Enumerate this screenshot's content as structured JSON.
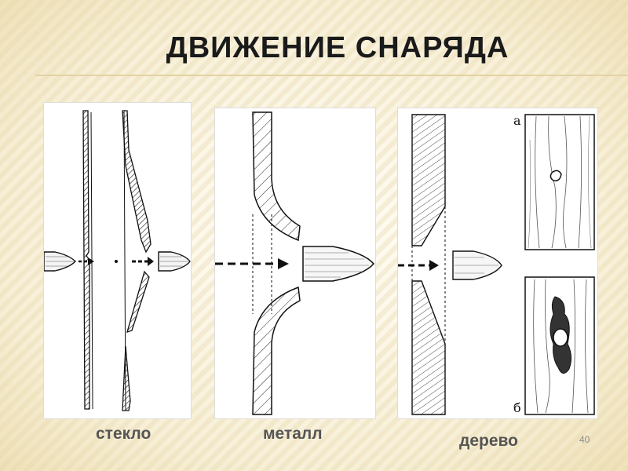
{
  "slide": {
    "title": "ДВИЖЕНИЕ СНАРЯДА",
    "page_number": "40"
  },
  "panels": {
    "glass": {
      "caption": "стекло"
    },
    "metal": {
      "caption": "металл"
    },
    "wood": {
      "caption": "дерево",
      "label_a": "а",
      "label_b": "б"
    }
  }
}
